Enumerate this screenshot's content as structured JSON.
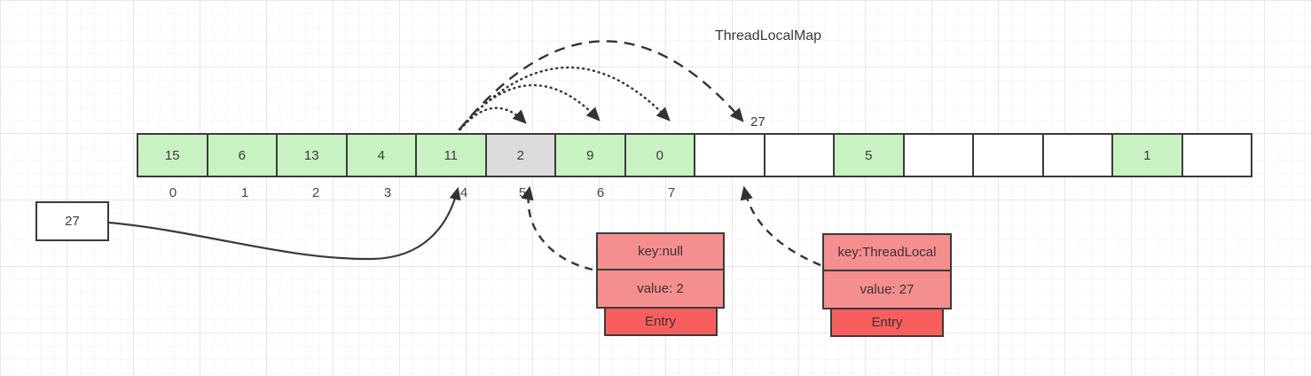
{
  "title": "ThreadLocalMap",
  "array": {
    "cells": [
      {
        "value": "15",
        "fill": "green"
      },
      {
        "value": "6",
        "fill": "green"
      },
      {
        "value": "13",
        "fill": "green"
      },
      {
        "value": "4",
        "fill": "green"
      },
      {
        "value": "11",
        "fill": "green"
      },
      {
        "value": "2",
        "fill": "gray"
      },
      {
        "value": "9",
        "fill": "green"
      },
      {
        "value": "0",
        "fill": "green"
      },
      {
        "value": "",
        "fill": "white"
      },
      {
        "value": "",
        "fill": "white"
      },
      {
        "value": "5",
        "fill": "green"
      },
      {
        "value": "",
        "fill": "white"
      },
      {
        "value": "",
        "fill": "white"
      },
      {
        "value": "",
        "fill": "white"
      },
      {
        "value": "1",
        "fill": "green"
      },
      {
        "value": "",
        "fill": "white"
      }
    ],
    "index_labels": [
      "0",
      "1",
      "2",
      "3",
      "4",
      "5",
      "6",
      "7"
    ]
  },
  "hash_probe_label": "27",
  "value_box": {
    "label": "27"
  },
  "entries": [
    {
      "key": "key:null",
      "value": "value: 2",
      "footer": "Entry"
    },
    {
      "key": "key:ThreadLocal",
      "value": "value: 27",
      "footer": "Entry"
    }
  ],
  "colors": {
    "cell_green": "#c9f2c3",
    "cell_gray": "#dcdcdc",
    "cell_border": "#3b3b3b",
    "entry_row": "#f58f8f",
    "entry_footer": "#f75f5f",
    "arrow": "#333333"
  }
}
